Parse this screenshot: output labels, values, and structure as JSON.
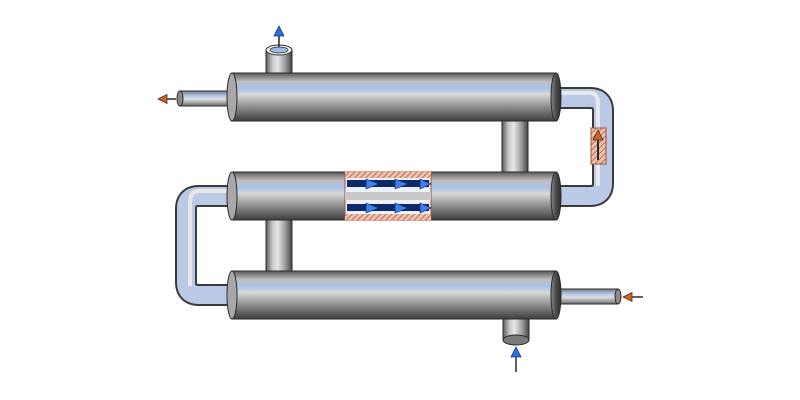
{
  "diagram": {
    "kind": "three-pass shell-and-tube heat exchanger",
    "colors": {
      "background": "#ffffff",
      "shell_dark": "#4f4f4f",
      "shell_mid": "#9a9a9a",
      "shell_light": "#d9d9d9",
      "shell_highlight": "#a7c0e8",
      "outline": "#2b2b2b",
      "hot_fluid_arrow": "#c4662e",
      "cold_fluid_arrow": "#2f6fd6",
      "tube_fill": "#0b2a6a",
      "cutaway_hatch": "#c96a4a"
    },
    "elements": {
      "shells": [
        "top-shell",
        "middle-shell",
        "bottom-shell"
      ],
      "connectors": [
        "right-u-bend",
        "left-u-bend",
        "riser-top-middle",
        "riser-middle-bottom"
      ],
      "nozzles": [
        "top-nozzle",
        "bottom-nozzle",
        "left-outlet-pipe",
        "right-inlet-pipe"
      ]
    },
    "flows": {
      "hot_out_arrow_icon": "arrow-left-icon",
      "hot_in_arrow_icon": "arrow-left-icon",
      "cold_in_arrow_icon": "arrow-up-icon",
      "cold_out_arrow_icon": "arrow-up-icon",
      "connector_flow_icon": "arrow-up-icon",
      "tube_flow_icon": "arrow-right-icon"
    }
  }
}
